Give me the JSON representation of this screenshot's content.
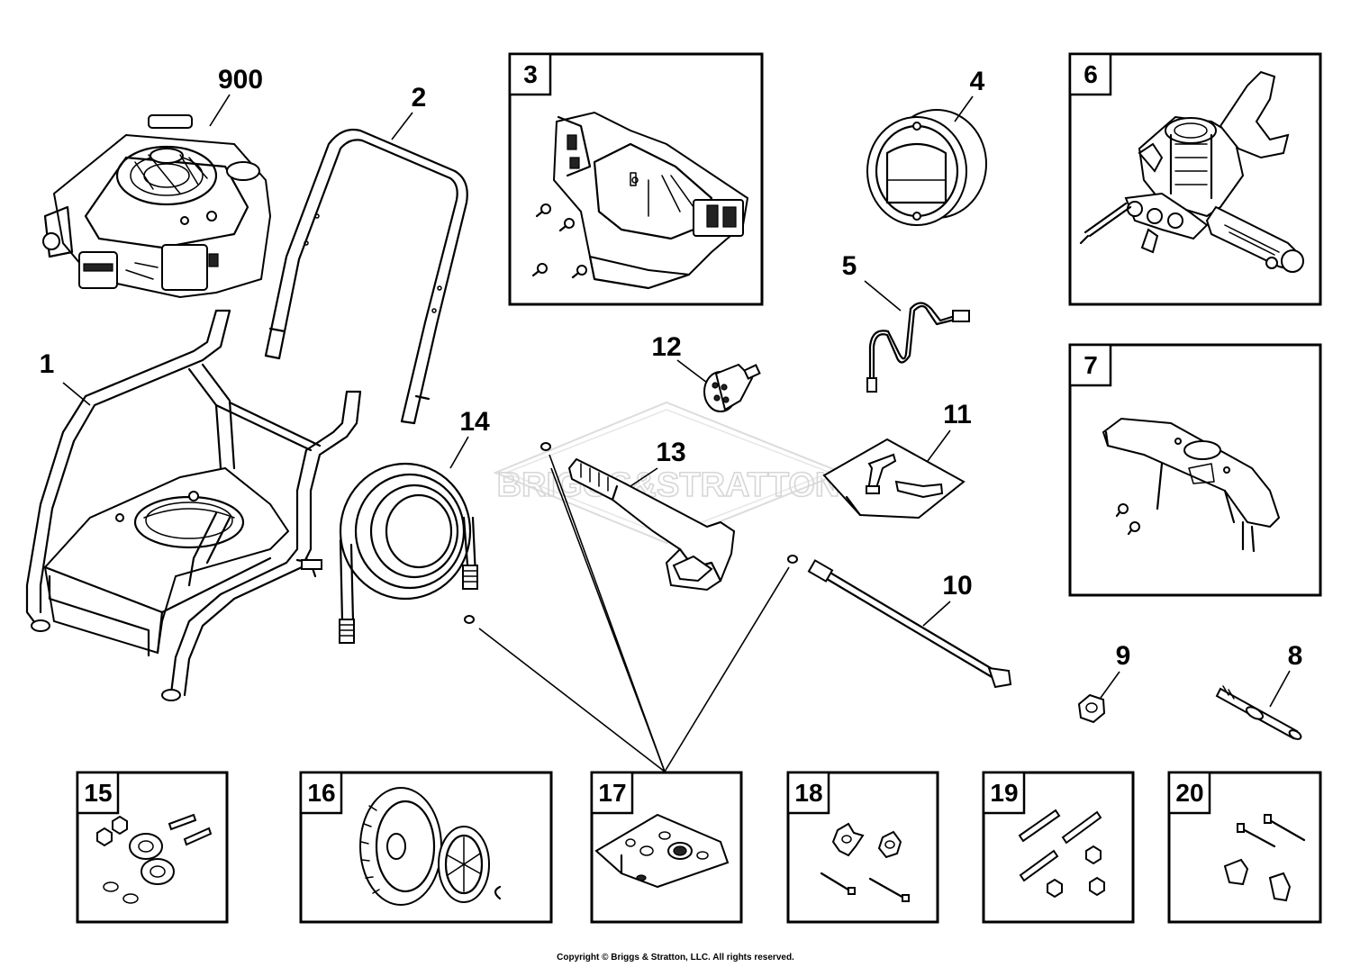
{
  "diagram": {
    "callouts": {
      "c900": "900",
      "c1": "1",
      "c2": "2",
      "c4": "4",
      "c5": "5",
      "c8": "8",
      "c9": "9",
      "c10": "10",
      "c11": "11",
      "c12": "12",
      "c13": "13",
      "c14": "14"
    },
    "boxes": {
      "b3": "3",
      "b6": "6",
      "b7": "7",
      "b15": "15",
      "b16": "16",
      "b17": "17",
      "b18": "18",
      "b19": "19",
      "b20": "20"
    },
    "watermark": "BRIGGS&STRATTON",
    "copyright": "Copyright © Briggs & Stratton, LLC. All rights reserved."
  }
}
